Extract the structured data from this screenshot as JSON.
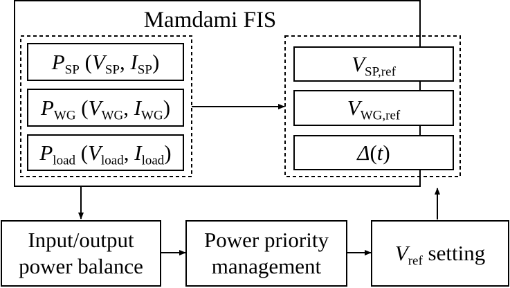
{
  "fis": {
    "title": "Mamdami FIS",
    "inputs": [
      {
        "p_sub": "SP",
        "v_sub": "SP",
        "i_sub": "SP"
      },
      {
        "p_sub": "WG",
        "v_sub": "WG",
        "i_sub": "WG"
      },
      {
        "p_sub": "load",
        "v_sub": "load",
        "i_sub": "load"
      }
    ],
    "outputs": [
      {
        "sub": "SP,ref"
      },
      {
        "sub": "WG,ref"
      }
    ],
    "delta": {
      "symbol": "Δ",
      "arg": "t"
    }
  },
  "blocks": {
    "balance": [
      "Input/output",
      "power balance"
    ],
    "priority": [
      "Power priority",
      "management"
    ],
    "vref": {
      "sub": "ref",
      "label": "setting"
    }
  },
  "symbols": {
    "P": "P",
    "V": "V",
    "I": "I"
  }
}
